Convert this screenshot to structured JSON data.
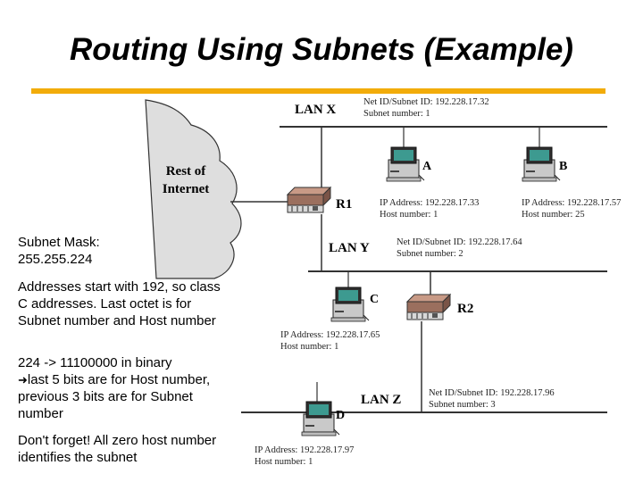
{
  "slide": {
    "title": "Routing Using Subnets (Example)",
    "accent_color": "#f2ac0a"
  },
  "notes": {
    "mask_label": "Subnet Mask:",
    "mask_value": "255.255.224",
    "p2": "Addresses start with 192, so class C addresses. Last octet is for Subnet number and Host number",
    "p3_line1": "224 -> 11100000 in binary",
    "arrow_icon": "right-arrow-icon",
    "p3_rest": "last 5 bits are for Host number, previous 3 bits are for Subnet number",
    "p4": "Don't forget! All zero host number identifies the subnet"
  },
  "diagram": {
    "cloud": {
      "line1": "Rest of",
      "line2": "Internet"
    },
    "lan_x": {
      "name": "LAN X",
      "net_id": "Net ID/Subnet ID: 192.228.17.32",
      "subnet": "Subnet number: 1"
    },
    "lan_y": {
      "name": "LAN Y",
      "net_id": "Net ID/Subnet ID: 192.228.17.64",
      "subnet": "Subnet number: 2"
    },
    "lan_z": {
      "name": "LAN Z",
      "net_id": "Net ID/Subnet ID: 192.228.17.96",
      "subnet": "Subnet number: 3"
    },
    "router_r1": {
      "label": "R1"
    },
    "router_r2": {
      "label": "R2"
    },
    "host_a": {
      "label": "A",
      "ip": "IP Address: 192.228.17.33",
      "host": "Host number: 1"
    },
    "host_b": {
      "label": "B",
      "ip": "IP Address: 192.228.17.57",
      "host": "Host number: 25"
    },
    "host_c": {
      "label": "C",
      "ip": "IP Address: 192.228.17.65",
      "host": "Host number: 1"
    },
    "host_d": {
      "label": "D",
      "ip": "IP Address: 192.228.17.97",
      "host": "Host number: 1"
    }
  }
}
